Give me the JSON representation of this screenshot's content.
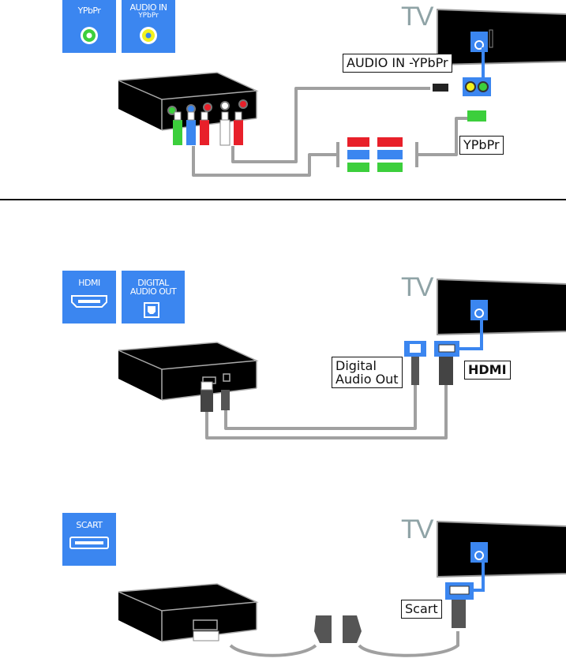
{
  "sections": [
    {
      "id": "ypbpr",
      "icons": [
        {
          "label": "YPbPr",
          "sub": "",
          "glyph": "green-rca-jack"
        },
        {
          "label": "AUDIO IN",
          "sub": "YPbPr",
          "glyph": "yellow-audio-jack"
        }
      ],
      "tv_label": "TV",
      "callouts": [
        "AUDIO IN -YPbPr",
        "YPbPr"
      ]
    },
    {
      "id": "hdmi",
      "icons": [
        {
          "label": "HDMI",
          "sub": "",
          "glyph": "hdmi-port"
        },
        {
          "label": "DIGITAL",
          "sub": "AUDIO OUT",
          "glyph": "optical-port"
        }
      ],
      "tv_label": "TV",
      "callouts": [
        "Digital\nAudio Out",
        "HDMI"
      ],
      "callout_lines": [
        "Digital",
        "Audio Out"
      ]
    },
    {
      "id": "scart",
      "icons": [
        {
          "label": "SCART",
          "sub": "",
          "glyph": "scart-port"
        }
      ],
      "tv_label": "TV",
      "callouts": [
        "Scart"
      ]
    }
  ],
  "colors": {
    "icon_bg": "#3b86f0",
    "tv_label": "#8fa3a6",
    "cable": "#a0a0a0",
    "rca_red": "#e8202a",
    "rca_green": "#3ccf3c",
    "rca_blue": "#3b86f0",
    "rca_yellow": "#f2f21e",
    "device": "#000000"
  }
}
